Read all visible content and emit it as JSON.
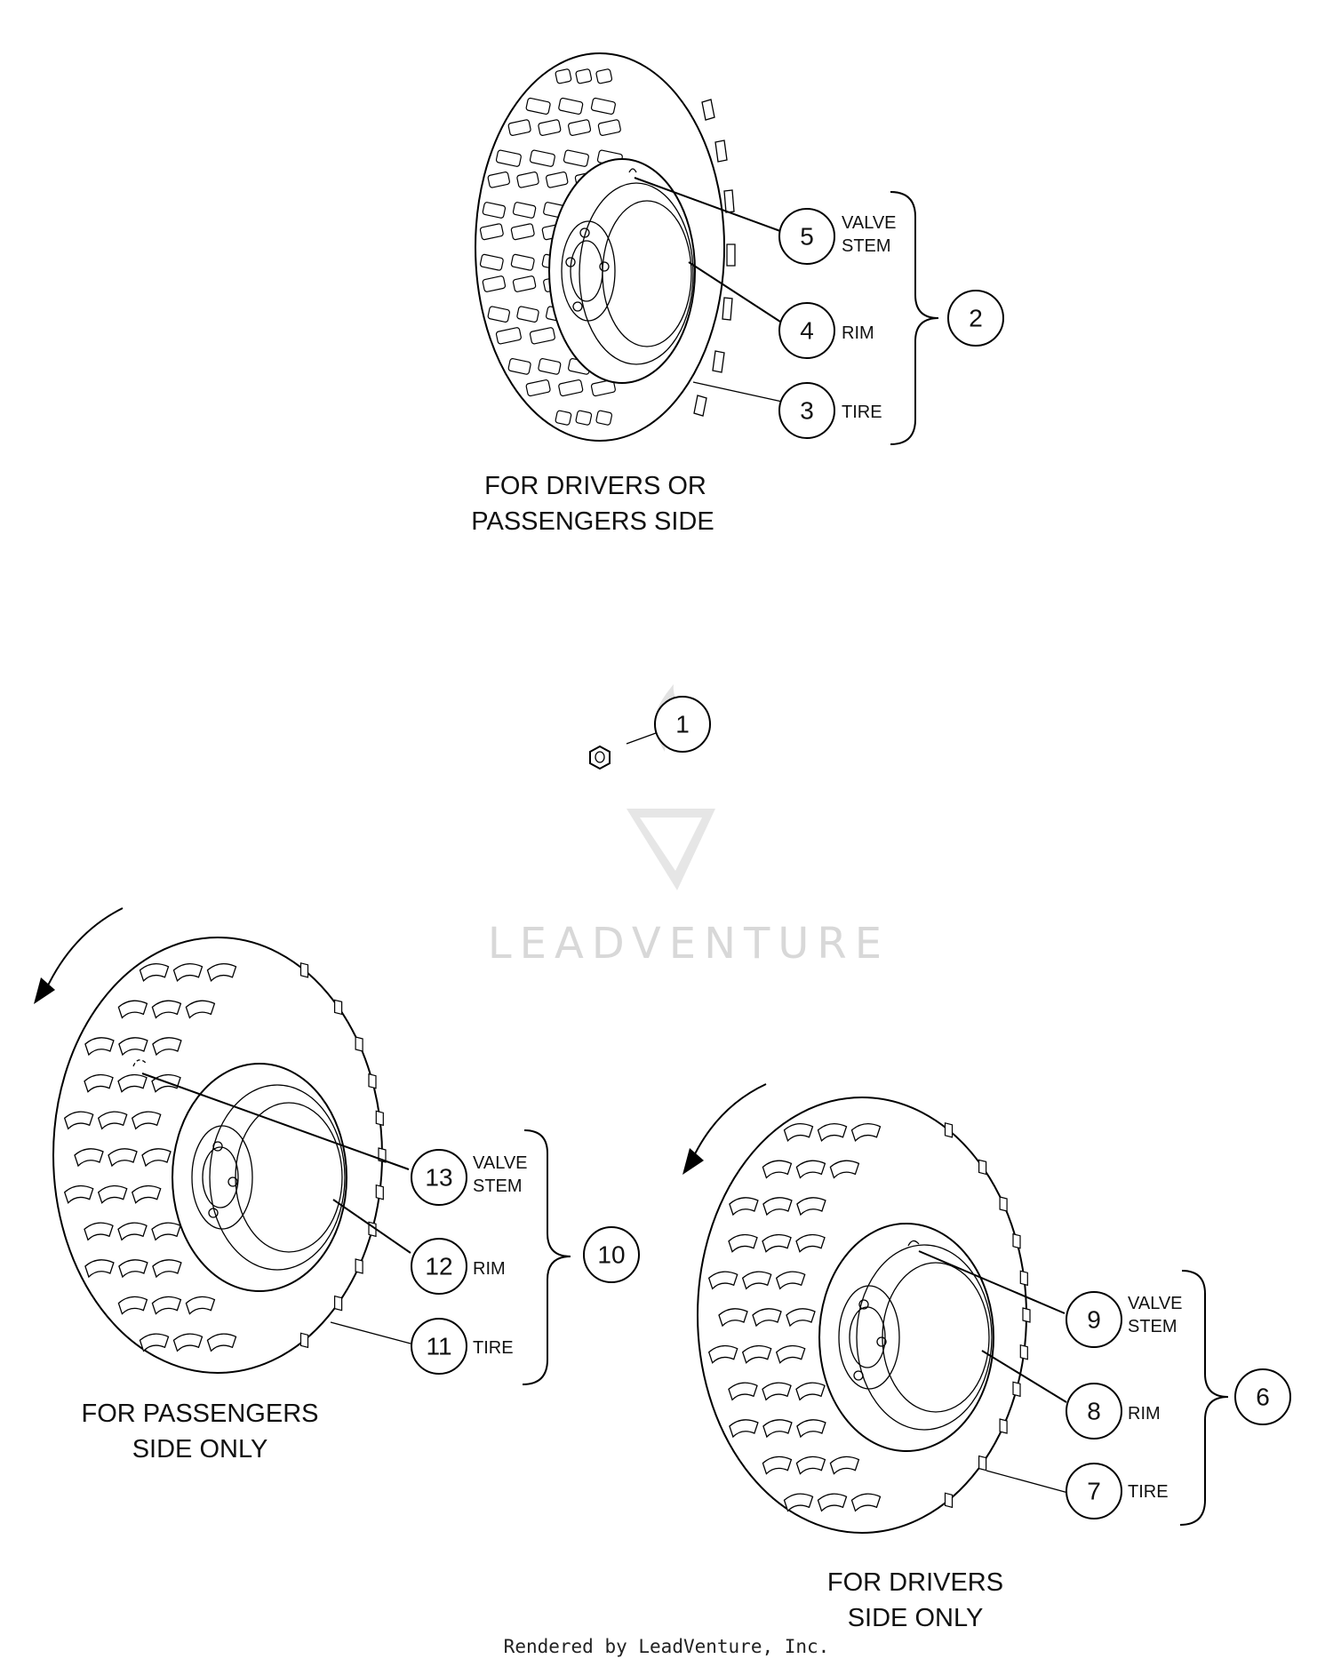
{
  "groups": [
    {
      "assembly": "2",
      "caption_line1": "FOR DRIVERS OR",
      "caption_line2": "PASSENGERS SIDE",
      "callouts": [
        {
          "num": "5",
          "label_line1": "VALVE",
          "label_line2": "STEM"
        },
        {
          "num": "4",
          "label_line1": "RIM",
          "label_line2": ""
        },
        {
          "num": "3",
          "label_line1": "TIRE",
          "label_line2": ""
        }
      ]
    },
    {
      "assembly": "10",
      "caption_line1": "FOR PASSENGERS",
      "caption_line2": "SIDE ONLY",
      "callouts": [
        {
          "num": "13",
          "label_line1": "VALVE",
          "label_line2": "STEM"
        },
        {
          "num": "12",
          "label_line1": "RIM",
          "label_line2": ""
        },
        {
          "num": "11",
          "label_line1": "TIRE",
          "label_line2": ""
        }
      ]
    },
    {
      "assembly": "6",
      "caption_line1": "FOR DRIVERS",
      "caption_line2": "SIDE ONLY",
      "callouts": [
        {
          "num": "9",
          "label_line1": "VALVE",
          "label_line2": "STEM"
        },
        {
          "num": "8",
          "label_line1": "RIM",
          "label_line2": ""
        },
        {
          "num": "7",
          "label_line1": "TIRE",
          "label_line2": ""
        }
      ]
    }
  ],
  "nut": {
    "num": "1"
  },
  "watermark": "LEADVENTURE",
  "footer": "Rendered by LeadVenture, Inc."
}
